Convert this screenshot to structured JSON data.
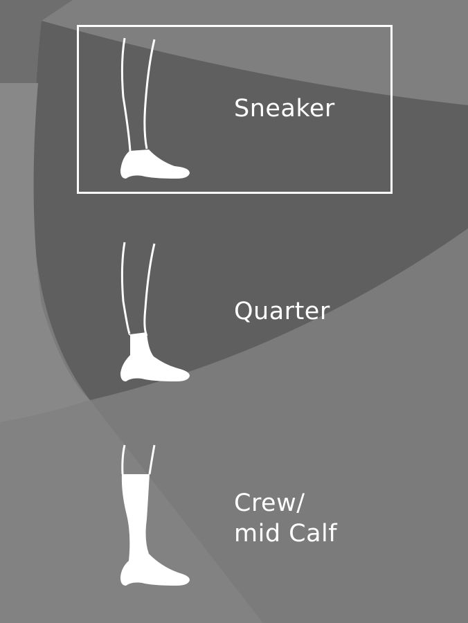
{
  "colors": {
    "background_dark": "#5f5f5f",
    "background_mid": "#7b7b7b",
    "background_light": "#878787",
    "foreground": "#ffffff"
  },
  "options": [
    {
      "label": "Sneaker",
      "icon": "sneaker-sock-icon",
      "selected": true
    },
    {
      "label": "Quarter",
      "icon": "quarter-sock-icon",
      "selected": false
    },
    {
      "label_line1": "Crew/",
      "label_line2": "mid Calf",
      "icon": "crew-sock-icon",
      "selected": false
    }
  ]
}
